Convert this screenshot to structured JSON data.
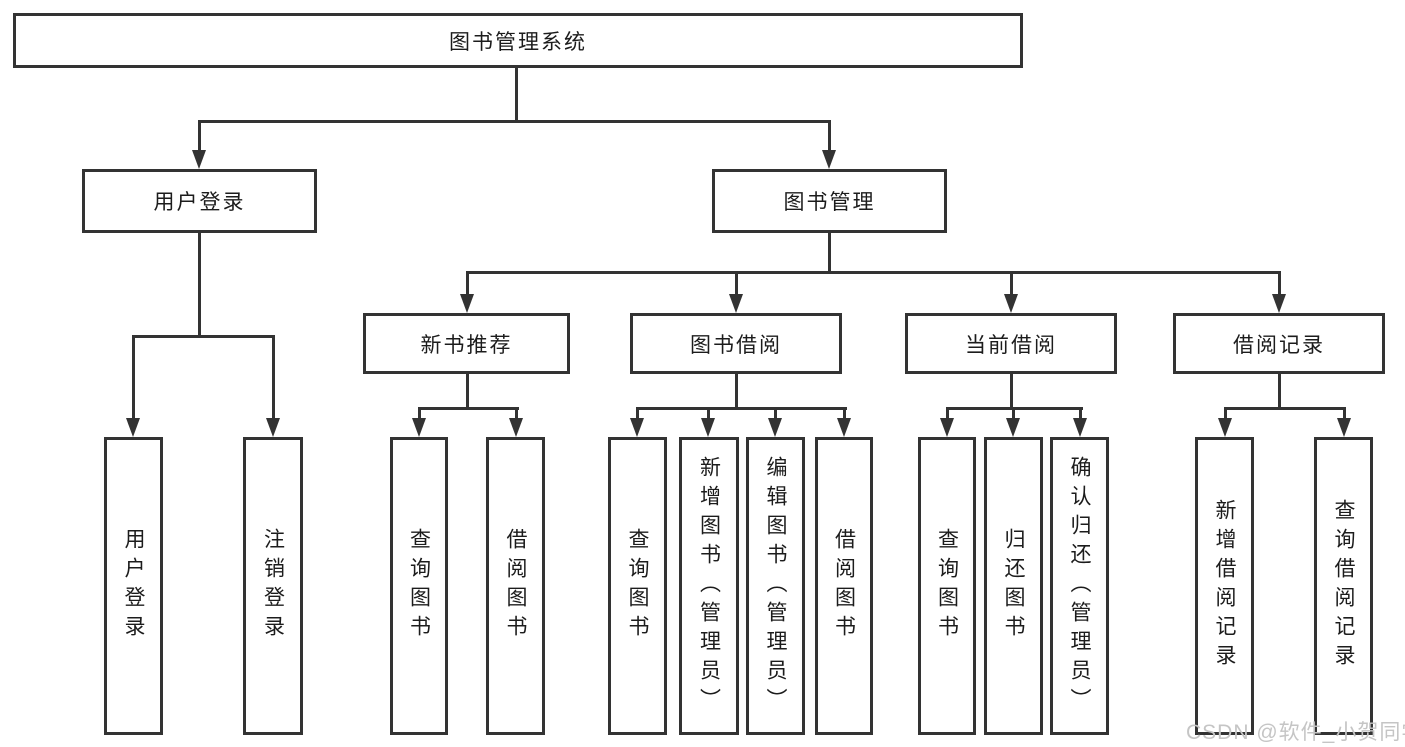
{
  "title": "图书管理系统",
  "branches": {
    "user_login": {
      "label": "用户登录",
      "children": [
        "用户登录",
        "注销登录"
      ]
    },
    "book_management": {
      "label": "图书管理",
      "sections": {
        "new_books": {
          "label": "新书推荐",
          "children": [
            "查询图书",
            "借阅图书"
          ]
        },
        "book_borrow": {
          "label": "图书借阅",
          "children": [
            "查询图书",
            "新增图书（管理员）",
            "编辑图书（管理员）",
            "借阅图书"
          ]
        },
        "current_borrow": {
          "label": "当前借阅",
          "children": [
            "查询图书",
            "归还图书",
            "确认归还（管理员）"
          ]
        },
        "borrow_records": {
          "label": "借阅记录",
          "children": [
            "新增借阅记录",
            "查询借阅记录"
          ]
        }
      }
    }
  },
  "watermark": "CSDN @软件_小贺同学",
  "colors": {
    "line": "#333333",
    "text": "#1c1c1c",
    "watermark": "#c5c5c5",
    "background": "#ffffff"
  }
}
